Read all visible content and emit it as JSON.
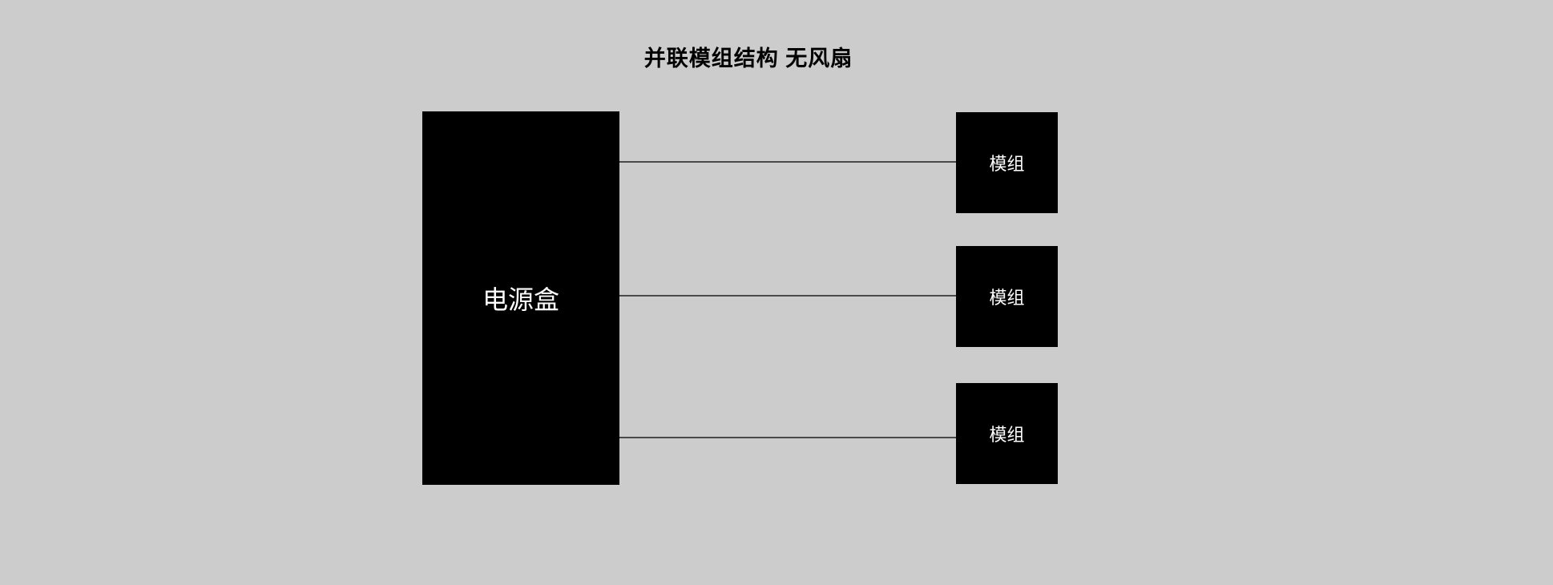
{
  "title": "并联模组结构 无风扇",
  "power_box": {
    "label": "电源盒"
  },
  "modules": [
    {
      "label": "模组"
    },
    {
      "label": "模组"
    },
    {
      "label": "模组"
    }
  ],
  "colors": {
    "background": "#cccccc",
    "box_fill": "#000000",
    "box_text": "#ffffff",
    "connector": "#4a4a4a",
    "title_text": "#000000"
  }
}
